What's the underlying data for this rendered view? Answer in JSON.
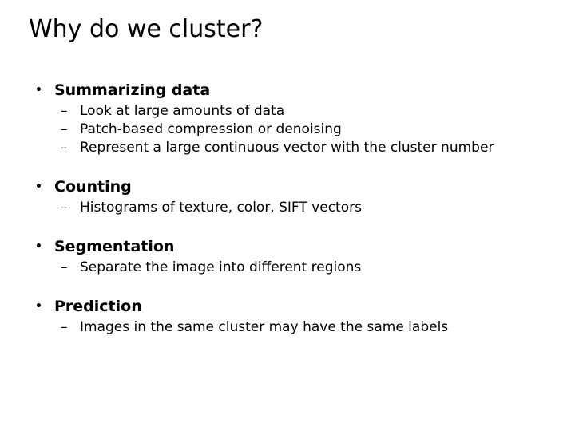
{
  "slide": {
    "title": "Why do we cluster?",
    "background_color": "#ffffff",
    "text_color": "#000000",
    "bullet_marker": "•",
    "sub_bullet_marker": "–",
    "groups": [
      {
        "heading": "Summarizing data",
        "items": [
          "Look at large amounts of data",
          "Patch-based compression or denoising",
          "Represent a large continuous vector with the cluster number"
        ]
      },
      {
        "heading": "Counting",
        "items": [
          "Histograms of texture, color, SIFT vectors"
        ]
      },
      {
        "heading": "Segmentation",
        "items": [
          "Separate the image into different regions"
        ]
      },
      {
        "heading": "Prediction",
        "items": [
          "Images in the same cluster may have the same labels"
        ]
      }
    ]
  }
}
